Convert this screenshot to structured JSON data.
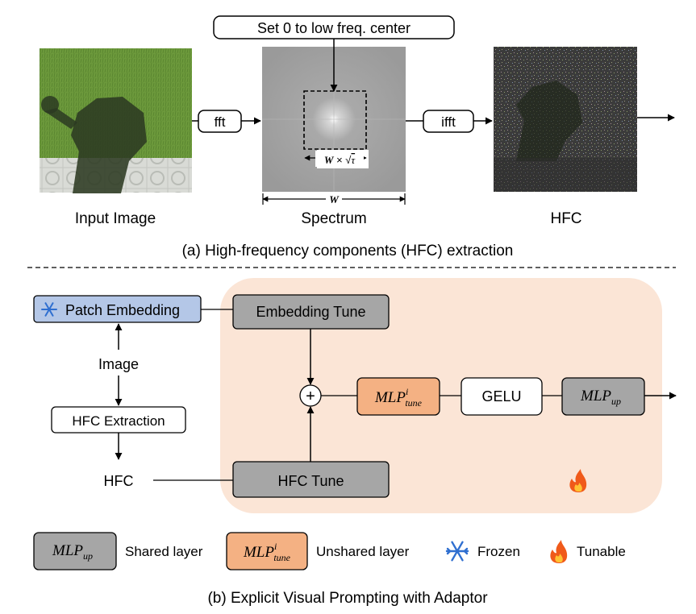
{
  "panel_a": {
    "top_box": "Set 0 to low freq. center",
    "fft": "fft",
    "ifft": "ifft",
    "inner_width_label": {
      "w": "W",
      "times": " × ",
      "sqrt": "√",
      "tau": "τ"
    },
    "outer_width_label": "W",
    "input_image_label": "Input Image",
    "spectrum_label": "Spectrum",
    "hfc_label": "HFC",
    "caption": "(a) High-frequency components (HFC) extraction"
  },
  "panel_b": {
    "patch_embedding": "Patch Embedding",
    "image": "Image",
    "hfc_extraction": "HFC Extraction",
    "hfc": "HFC",
    "embedding_tune": "Embedding Tune",
    "hfc_tune": "HFC Tune",
    "plus": "+",
    "mlp_tune": {
      "base": "MLP",
      "sup": "i",
      "sub": "tune"
    },
    "gelu": "GELU",
    "mlp_up": {
      "base": "MLP",
      "sub": "up"
    },
    "caption": "(b) Explicit Visual Prompting with Adaptor"
  },
  "legend": {
    "shared_box": {
      "base": "MLP",
      "sub": "up"
    },
    "shared_label": "Shared layer",
    "unshared_box": {
      "base": "MLP",
      "sup": "i",
      "sub": "tune"
    },
    "unshared_label": "Unshared layer",
    "frozen_label": "Frozen",
    "tunable_label": "Tunable"
  },
  "colors": {
    "patch_embedding_fill": "#b4c7e7",
    "tune_fill": "#a6a6a6",
    "unshared_fill": "#f4b183",
    "adaptor_bg": "#fbe5d6",
    "frozen_icon": "#2f6fd0",
    "tunable_icon": "#f05a1a"
  },
  "icons": [
    "snowflake-icon",
    "fire-icon"
  ]
}
